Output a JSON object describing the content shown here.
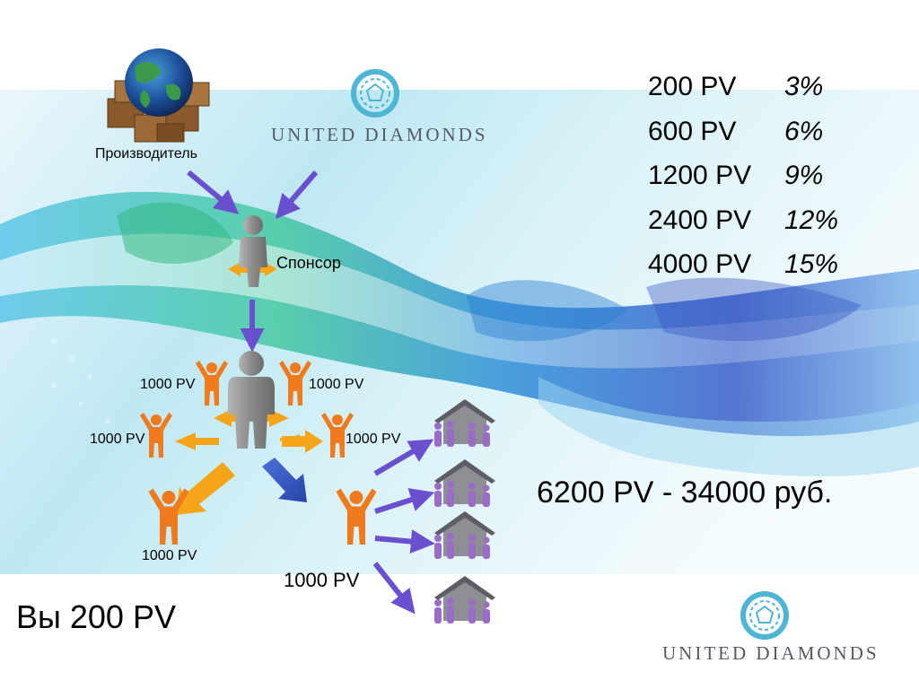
{
  "brand": {
    "name": "UNITED DIAMONDS",
    "logo_color": "#4fb5d4"
  },
  "labels": {
    "manufacturer": "Производитель",
    "sponsor": "Спонсор",
    "you": "Вы 200 PV",
    "total": "6200 PV - 34000 руб."
  },
  "nodes": [
    {
      "id": "top-left",
      "label": "1000 PV"
    },
    {
      "id": "top-right",
      "label": "1000 PV"
    },
    {
      "id": "mid-left",
      "label": "1000 PV"
    },
    {
      "id": "mid-right",
      "label": "1000 PV"
    },
    {
      "id": "bottom-left",
      "label": "1000 PV"
    },
    {
      "id": "bottom-right",
      "label": "1000 PV"
    }
  ],
  "rates": [
    {
      "pv": "200 PV",
      "percent": "3%"
    },
    {
      "pv": "600 PV",
      "percent": "6%"
    },
    {
      "pv": "1200 PV",
      "percent": "9%"
    },
    {
      "pv": "2400 PV",
      "percent": "12%"
    },
    {
      "pv": "4000 PV",
      "percent": "15%"
    }
  ],
  "colors": {
    "arrow_purple": "#6a4fcf",
    "person_orange": "#f07a1c",
    "person_gray": "#8a8a8a",
    "floor_arrow_orange": "#f6a51a",
    "group_purple": "#9b6bc7"
  },
  "icons": [
    "globe-icon",
    "boxes-icon",
    "person-icon",
    "house-icon",
    "diamond-logo-icon"
  ]
}
